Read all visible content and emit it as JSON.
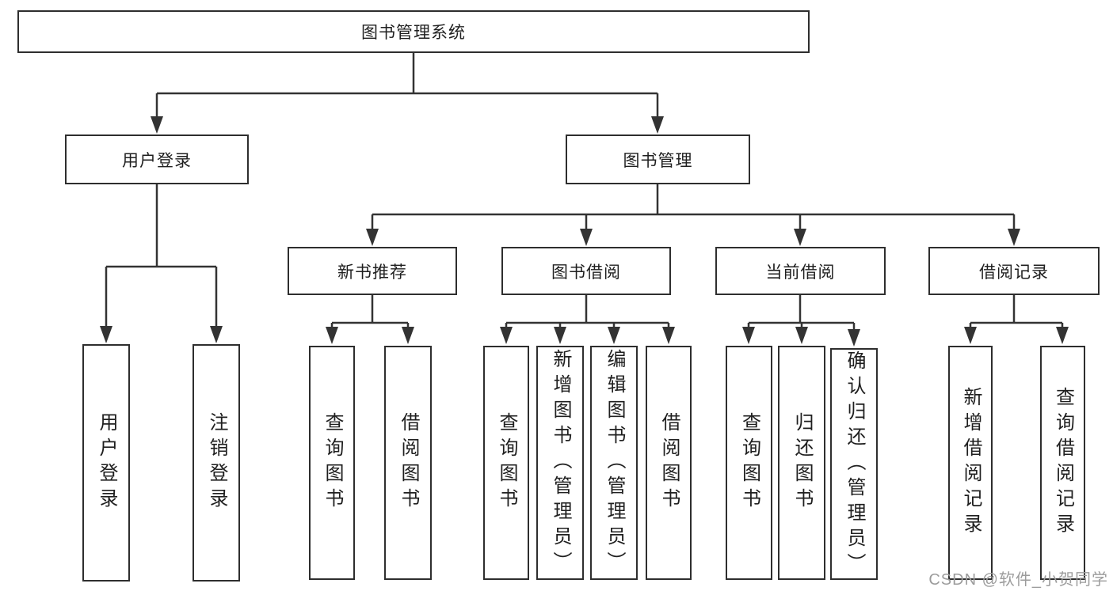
{
  "diagram": {
    "root": {
      "label": "图书管理系统"
    },
    "level2": {
      "user_login": {
        "label": "用户登录"
      },
      "book_mgmt": {
        "label": "图书管理"
      }
    },
    "level3": {
      "new_book_rec": {
        "label": "新书推荐"
      },
      "book_borrow": {
        "label": "图书借阅"
      },
      "current_borrow": {
        "label": "当前借阅"
      },
      "borrow_records": {
        "label": "借阅记录"
      }
    },
    "leaves": {
      "user_login": {
        "label": "用户登录"
      },
      "logout": {
        "label": "注销登录"
      },
      "rec_query_book": {
        "label": "查询图书"
      },
      "rec_borrow_book": {
        "label": "借阅图书"
      },
      "bb_query_book": {
        "label": "查询图书"
      },
      "bb_add_book": {
        "label": "新增图书（管理员）"
      },
      "bb_edit_book": {
        "label": "编辑图书（管理员）"
      },
      "bb_borrow_book": {
        "label": "借阅图书"
      },
      "cb_query_book": {
        "label": "查询图书"
      },
      "cb_return_book": {
        "label": "归还图书"
      },
      "cb_confirm_return": {
        "label": "确认归还（管理员）"
      },
      "br_add_record": {
        "label": "新增借阅记录"
      },
      "br_query_record": {
        "label": "查询借阅记录"
      }
    }
  },
  "watermark": {
    "text": "CSDN @软件_小贺同学"
  },
  "colors": {
    "line": "#333333",
    "box_border": "#2e2e2e",
    "text": "#1f1f1f",
    "background": "#ffffff",
    "watermark": "#9c9c9c"
  }
}
